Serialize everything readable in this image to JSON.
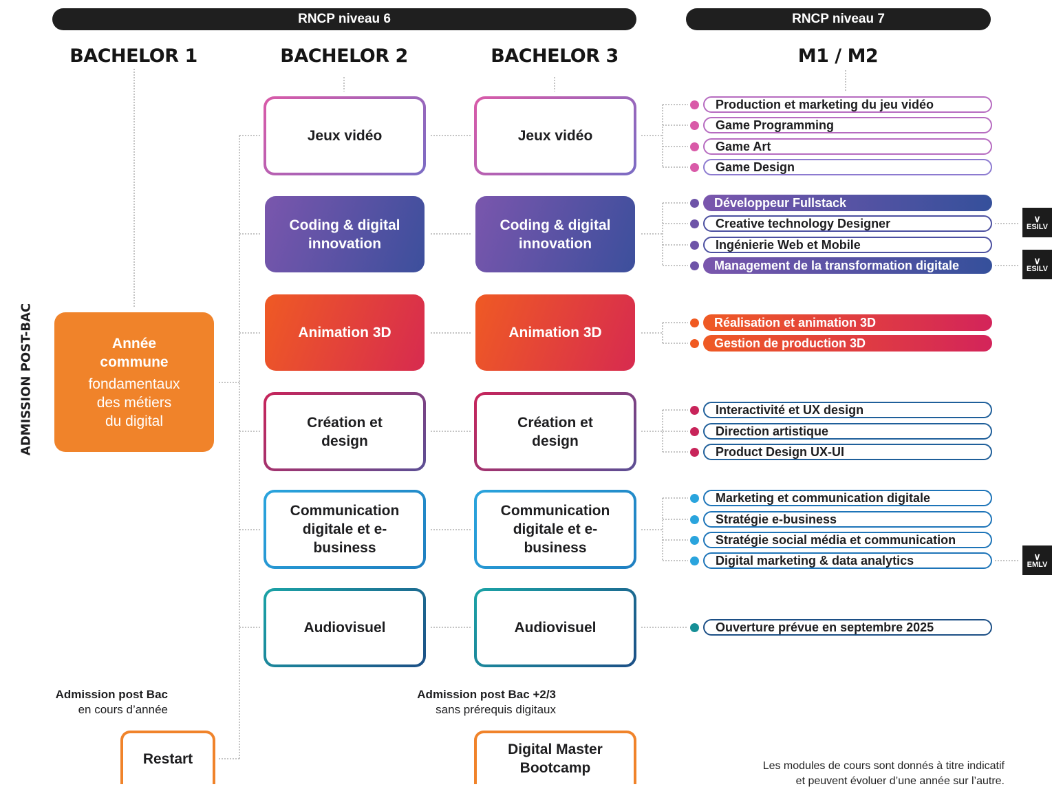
{
  "header": {
    "rncp6": "RNCP niveau 6",
    "rncp7": "RNCP niveau 7"
  },
  "columns": {
    "b1": "BACHELOR 1",
    "b2": "BACHELOR 2",
    "b3": "BACHELOR 3",
    "m": "M1 / M2"
  },
  "side_label": "ADMISSION POST-BAC",
  "annee_commune": {
    "line1": "Année",
    "line2": "commune",
    "line3": "fondamentaux",
    "line4": "des métiers",
    "line5": "du digital"
  },
  "tracks": {
    "jeux": "Jeux vidéo",
    "coding": "Coding & digital innovation",
    "anim": "Animation 3D",
    "creation": "Création et design",
    "comm": "Communication digitale et e-business",
    "audio": "Audiovisuel"
  },
  "masters": {
    "jeux": [
      "Production et marketing du jeu vidéo",
      "Game Programming",
      "Game Art",
      "Game Design"
    ],
    "coding": [
      "Développeur Fullstack",
      "Creative technology Designer",
      "Ingénierie Web et Mobile",
      "Management de la transformation digitale"
    ],
    "anim": [
      "Réalisation et animation 3D",
      "Gestion de production 3D"
    ],
    "creation": [
      "Interactivité et UX design",
      "Direction artistique",
      "Product Design UX-UI"
    ],
    "comm": [
      "Marketing et communication digitale",
      "Stratégie e-business",
      "Stratégie social média et communication",
      "Digital marketing & data analytics"
    ],
    "audio": [
      "Ouverture prévue en septembre 2025"
    ]
  },
  "badges": {
    "esilv": "ESILV",
    "emlv": "EMLV"
  },
  "admission_b1": {
    "bold": "Admission post Bac",
    "sub": "en cours d’année"
  },
  "admission_b3": {
    "bold": "Admission post Bac",
    "bold_suffix": "+2/3",
    "sub": "sans prérequis digitaux"
  },
  "restart": "Restart",
  "bootcamp": {
    "line1": "Digital Master",
    "line2": "Bootcamp"
  },
  "note": {
    "line1": "Les modules de cours sont donnés à titre indicatif",
    "line2": "et peuvent évoluer d’une année sur l’autre."
  },
  "colors": {
    "jeux": "#d95aa8",
    "coding": "#6e54a8",
    "anim": "#e8433a",
    "creation": "#c8245a",
    "comm": "#2aa4dd",
    "audio": "#168f96",
    "orange": "#f0832a"
  }
}
